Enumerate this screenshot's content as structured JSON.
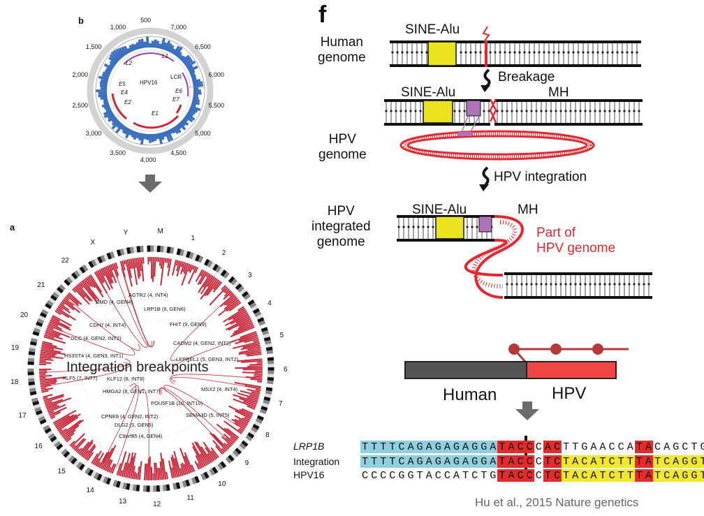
{
  "panel_b": {
    "label": "b",
    "center": "HPV16",
    "genes": [
      "L2",
      "L1",
      "LCR",
      "E5",
      "E4",
      "E2",
      "E6",
      "E7",
      "E1"
    ],
    "ticks": [
      "7,000",
      "6,500",
      "6,000",
      "5,500",
      "5,000",
      "4,500",
      "4,000",
      "3,500",
      "3,000",
      "2,500",
      "2,000",
      "1,500",
      "1,000",
      "500"
    ]
  },
  "panel_a": {
    "label": "a",
    "overlay_text": "Integration breakpoints",
    "chromosomes": [
      "1",
      "2",
      "3",
      "4",
      "5",
      "6",
      "7",
      "8",
      "9",
      "10",
      "11",
      "12",
      "13",
      "14",
      "15",
      "16",
      "17",
      "18",
      "19",
      "20",
      "21",
      "22",
      "X",
      "Y",
      "M"
    ],
    "genes": [
      "AGTR2 (4, INT4)",
      "DMD (4, GEN4)",
      "LRP1B (6, GEN6)",
      "FHIT (9, GEN9)",
      "CDH7 (4, INT4)",
      "DCC (4, GEN2, INT2)",
      "CADM2 (4, GEN2, INT2)",
      "HS3ST4 (4, GEN3, INT1)",
      "LEPREL1 (5, GEN3, INT2)",
      "KLF5 (7, INT7)",
      "KLF12 (8, INT8)",
      "HMGA2 (8, GEN1, INT7)",
      "MSX2 (4, INT4)",
      "POU5F1B (10, INT10)",
      "CPNE8 (4, GEN2, INT2)",
      "SEMA3D (5, INT5)",
      "DLG2 (5, GEN5)",
      "C9orf85 (4, GEN4)"
    ]
  },
  "panel_f": {
    "label": "f",
    "human_genome": "Human\ngenome",
    "sine_alu": "SINE-Alu",
    "breakage": "Breakage",
    "mh": "MH",
    "hpv_genome": "HPV\ngenome",
    "hpv_integration": "HPV integration",
    "hpv_integrated_genome": "HPV\nintegrated\ngenome",
    "part_of_hpv": "Part of\nHPV genome"
  },
  "bottom": {
    "human": "Human",
    "hpv": "HPV",
    "sequences": [
      {
        "name": "LRP1B",
        "seq": "TTTTCAGAGAGAGGATACCCACTTGAACCATACAGCTGCC",
        "colors": "bbbbbbbbbbbbbbbrrrrwrrwwwwwwwwrrwwwwwwww"
      },
      {
        "name": "Integration",
        "seq": "TTTTCAGAGAGAGGATACCCTCTACATCTTTATCAGGTTA",
        "colors": "bbbbbbbbbbbbbbbrrrrwrryyyyyyyyrryyyyyyyy"
      },
      {
        "name": "HPV16",
        "seq": "CCCCGGTACCATCTGTACCCTCTACATCTTTATCAGGTTA",
        "colors": "wwwwwwwwwwwwwwwrrrrwrryyyyyyyyrryyyyyyyy"
      }
    ],
    "citation": "Hu et al., 2015 Nature genetics"
  }
}
